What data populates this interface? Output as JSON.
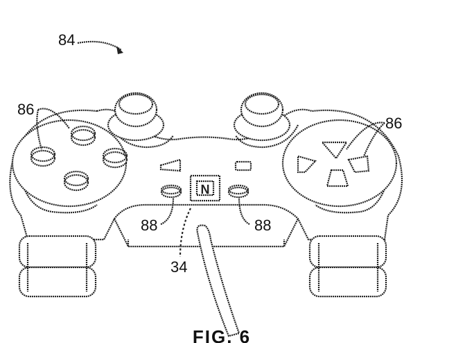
{
  "figure": {
    "title": "FIG. 6",
    "labels": {
      "controller": "84",
      "buttons_left": "86",
      "buttons_right": "86",
      "small_button_left": "88",
      "small_button_right": "88",
      "nfc_module": "34"
    },
    "nfc_glyph": "N"
  }
}
